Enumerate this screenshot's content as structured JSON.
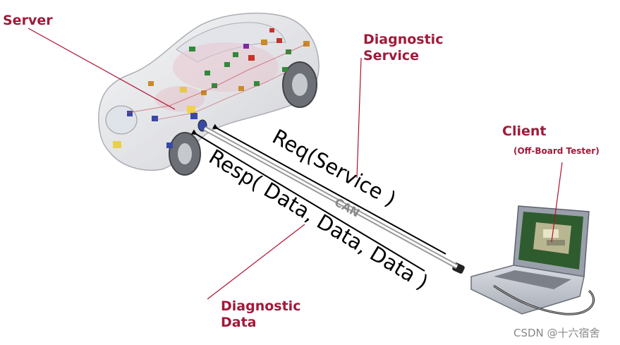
{
  "labels": {
    "server": "Server",
    "diagnostic_service": [
      "Diagnostic",
      "Service"
    ],
    "client": "Client",
    "client_sub": "(Off-Board Tester)",
    "diagnostic_data": [
      "Diagnostic",
      "Data"
    ],
    "request": "Req(Service )",
    "response": "Resp( Data, Data, Data )",
    "bus": "CAN"
  },
  "watermark": "CSDN @十六宿舍",
  "colors": {
    "label": "#a01a3a",
    "pointer_line": "#b01030",
    "arrow": "#000000",
    "cable": "#9a9a9a"
  },
  "icons": {
    "vehicle": "transparent-car-with-ecus",
    "tester": "laptop-icon"
  }
}
